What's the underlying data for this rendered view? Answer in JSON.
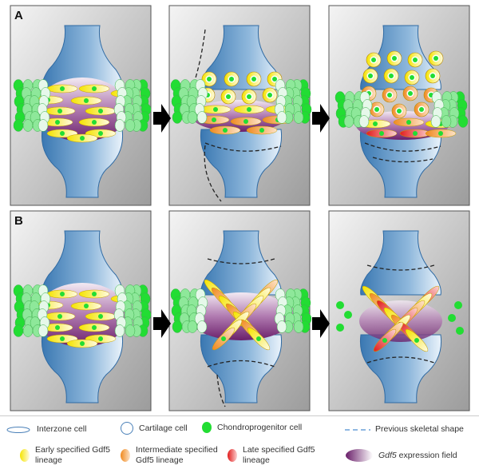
{
  "figure": {
    "row_labels": [
      "A",
      "B"
    ],
    "colors": {
      "bone_light": "#dbe9f6",
      "bone_dark": "#3f7fb8",
      "chondroprogenitor": "#22dd33",
      "early": "#f5e800",
      "intermediate": "#f59a3a",
      "late": "#e8322a",
      "expression_field": "#7a2a7a",
      "panel_bg": "#e3e3e3"
    }
  },
  "legend": {
    "interzone_cell": "Interzone cell",
    "cartilage_cell": "Cartilage cell",
    "chondroprogenitor_cell": "Chondroprogenitor cell",
    "previous_skeletal_shape": "Previous skeletal shape",
    "early_line1": "Early specified Gdf5",
    "early_line2": "lineage",
    "intermediate_line1": "Intermediate specified",
    "intermediate_line2": "Gdf5 lineage",
    "late_line1": "Late specified Gdf5",
    "late_line2": "lineage",
    "expression_italic": "Gdf5",
    "expression_rest": " expression field"
  }
}
